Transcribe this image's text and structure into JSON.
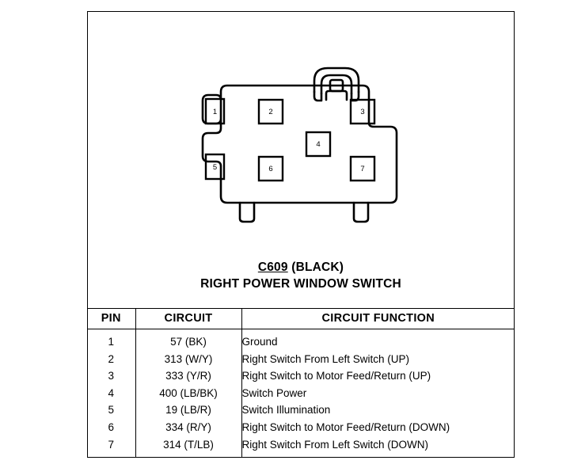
{
  "diagram": {
    "type": "automotive-connector-pinout",
    "connector_id": "C609",
    "connector_color": "(BLACK)",
    "connector_name": "RIGHT POWER WINDOW SWITCH",
    "pin_count": 7,
    "pins": [
      {
        "number": "1"
      },
      {
        "number": "2"
      },
      {
        "number": "3"
      },
      {
        "number": "4"
      },
      {
        "number": "5"
      },
      {
        "number": "6"
      },
      {
        "number": "7"
      }
    ]
  },
  "table": {
    "headers": {
      "pin": "PIN",
      "circuit": "CIRCUIT",
      "function": "CIRCUIT FUNCTION"
    },
    "rows": [
      {
        "pin": "1",
        "circuit": "57 (BK)",
        "function": "Ground"
      },
      {
        "pin": "2",
        "circuit": "313 (W/Y)",
        "function": "Right Switch From Left Switch (UP)"
      },
      {
        "pin": "3",
        "circuit": "333 (Y/R)",
        "function": "Right Switch to Motor Feed/Return (UP)"
      },
      {
        "pin": "4",
        "circuit": "400 (LB/BK)",
        "function": "Switch Power"
      },
      {
        "pin": "5",
        "circuit": "19 (LB/R)",
        "function": "Switch Illumination"
      },
      {
        "pin": "6",
        "circuit": "334 (R/Y)",
        "function": "Right Switch to Motor Feed/Return (DOWN)"
      },
      {
        "pin": "7",
        "circuit": "314 (T/LB)",
        "function": "Right Switch From Left Switch (DOWN)"
      }
    ]
  },
  "colors": {
    "ink": "#000000",
    "paper": "#ffffff"
  }
}
